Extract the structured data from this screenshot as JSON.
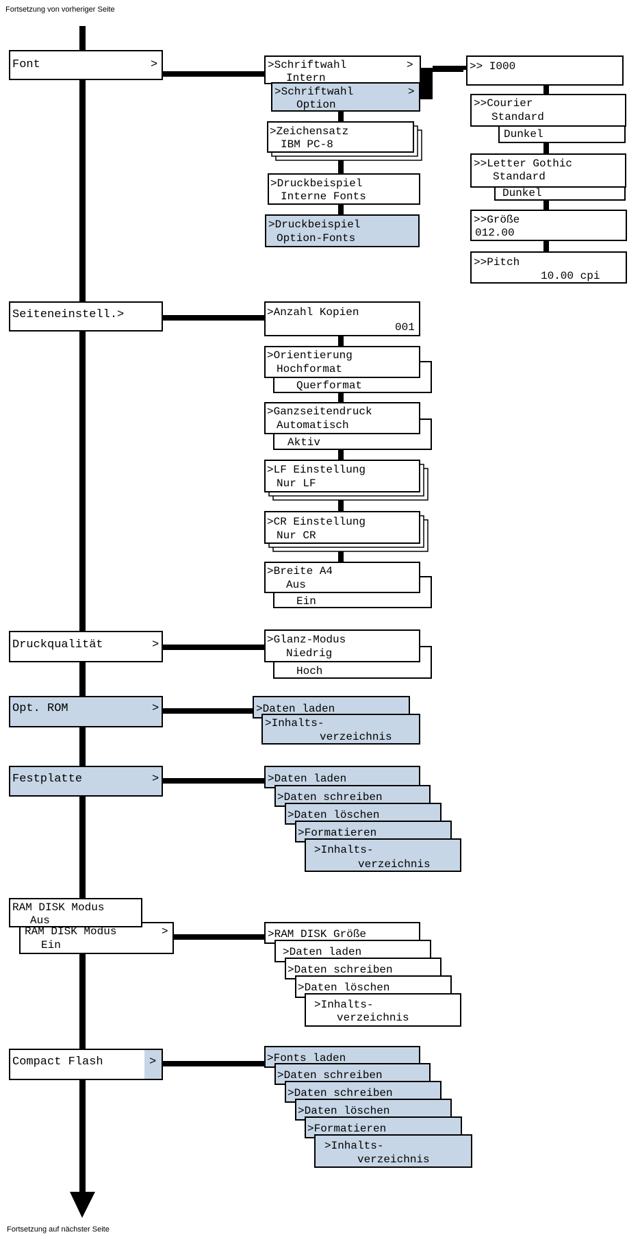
{
  "page": {
    "top_note": "Fortsetzung von vorheriger Seite",
    "bottom_note": "Fortsetzung auf nächster Seite"
  },
  "colors": {
    "option_fill": "#c7d6e6",
    "line": "#000000",
    "box_fill": "#ffffff"
  },
  "menu": {
    "font": {
      "label": "Font",
      "arrow": ">",
      "children": {
        "schriftwahl_intern": {
          "l1": ">Schriftwahl",
          "l1r": ">",
          "l2": "Intern"
        },
        "schriftwahl_option": {
          "l1": ">Schriftwahl",
          "l1r": ">",
          "l2": "Option"
        },
        "zeichensatz": {
          "l1": ">Zeichensatz",
          "l2": "IBM PC-8"
        },
        "druckbeispiel_intern": {
          "l1": ">Druckbeispiel",
          "l2": "Interne Fonts"
        },
        "druckbeispiel_option": {
          "l1": ">Druckbeispiel",
          "l2": "Option-Fonts"
        }
      },
      "sub": {
        "i000": {
          "l1": ">> I000"
        },
        "courier": {
          "l1": ">>Courier",
          "l2": "Standard",
          "alt": "Dunkel"
        },
        "letter_gothic": {
          "l1": ">>Letter Gothic",
          "l2": "Standard",
          "alt": "Dunkel"
        },
        "groesse": {
          "l1": ">>Größe",
          "l2": "012.00"
        },
        "pitch": {
          "l1": ">>Pitch",
          "l2": "10.00 cpi"
        }
      }
    },
    "seiteneinstell": {
      "label": "Seiteneinstell.>",
      "children": {
        "anzahl_kopien": {
          "l1": ">Anzahl Kopien",
          "l2": "001"
        },
        "orientierung": {
          "l1": ">Orientierung",
          "l2": "Hochformat",
          "alt": "Querformat"
        },
        "ganzseitendruck": {
          "l1": ">Ganzseitendruck",
          "l2": "Automatisch",
          "alt": "Aktiv"
        },
        "lf_einstellung": {
          "l1": ">LF Einstellung",
          "l2": "Nur LF"
        },
        "cr_einstellung": {
          "l1": ">CR Einstellung",
          "l2": "Nur CR"
        },
        "breite_a4": {
          "l1": ">Breite A4",
          "l2": "Aus",
          "alt": "Ein"
        }
      }
    },
    "druckqualitaet": {
      "label": "Druckqualität",
      "arrow": ">",
      "children": {
        "glanz_modus": {
          "l1": ">Glanz-Modus",
          "l2": "Niedrig",
          "alt": "Hoch"
        }
      }
    },
    "opt_rom": {
      "label": "Opt. ROM",
      "arrow": ">",
      "children": {
        "daten_laden": {
          "l1": ">Daten laden"
        },
        "inhaltsverzeichnis": {
          "l1": ">Inhalts-",
          "l2": "verzeichnis"
        }
      }
    },
    "festplatte": {
      "label": "Festplatte",
      "arrow": ">",
      "children": {
        "daten_laden": {
          "l1": ">Daten laden"
        },
        "daten_schreiben": {
          "l1": ">Daten schreiben"
        },
        "daten_loeschen": {
          "l1": ">Daten löschen"
        },
        "formatieren": {
          "l1": ">Formatieren"
        },
        "inhaltsverzeichnis": {
          "l1": ">Inhalts-",
          "l2": "verzeichnis"
        }
      }
    },
    "ram_disk": {
      "label_aus": "RAM DISK Modus",
      "value_aus": "Aus",
      "label_ein": "RAM DISK Modus",
      "arrow": ">",
      "value_ein": "Ein",
      "children": {
        "groesse": {
          "l1": ">RAM DISK Größe"
        },
        "daten_laden": {
          "l1": ">Daten laden"
        },
        "daten_schreiben": {
          "l1": ">Daten schreiben"
        },
        "daten_loeschen": {
          "l1": ">Daten löschen"
        },
        "inhaltsverzeichnis": {
          "l1": ">Inhalts-",
          "l2": "verzeichnis"
        }
      }
    },
    "compact_flash": {
      "label": "Compact Flash",
      "arrow": ">",
      "children": {
        "fonts_laden": {
          "l1": ">Fonts laden"
        },
        "daten_schreiben_1": {
          "l1": ">Daten schreiben"
        },
        "daten_schreiben_2": {
          "l1": ">Daten schreiben"
        },
        "daten_loeschen": {
          "l1": ">Daten löschen"
        },
        "formatieren": {
          "l1": ">Formatieren"
        },
        "inhaltsverzeichnis": {
          "l1": ">Inhalts-",
          "l2": "verzeichnis"
        }
      }
    }
  }
}
